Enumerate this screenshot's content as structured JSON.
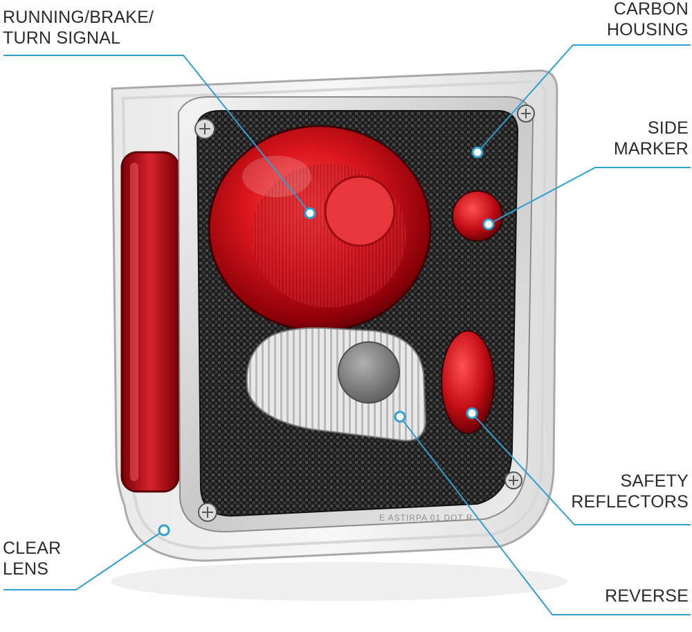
{
  "accent_color": "#2f9fd0",
  "callouts": [
    {
      "id": "running",
      "lines": [
        "RUNNING/BRAKE/",
        "TURN SIGNAL"
      ],
      "target": "running-brake-turn-lamp"
    },
    {
      "id": "carbon",
      "lines": [
        "CARBON",
        "HOUSING"
      ],
      "target": "carbon-fiber-housing"
    },
    {
      "id": "side-marker",
      "lines": [
        "SIDE",
        "MARKER"
      ],
      "target": "side-marker-lamp"
    },
    {
      "id": "safety",
      "lines": [
        "SAFETY",
        "REFLECTORS"
      ],
      "target": "safety-reflectors"
    },
    {
      "id": "reverse",
      "lines": [
        "REVERSE"
      ],
      "target": "reverse-lamp"
    },
    {
      "id": "clear-lens",
      "lines": [
        "CLEAR",
        "LENS"
      ],
      "target": "clear-lens"
    }
  ],
  "product": {
    "name": "tail-light-assembly",
    "housing_marking": "E ASTIRPA 01 DOT R"
  }
}
